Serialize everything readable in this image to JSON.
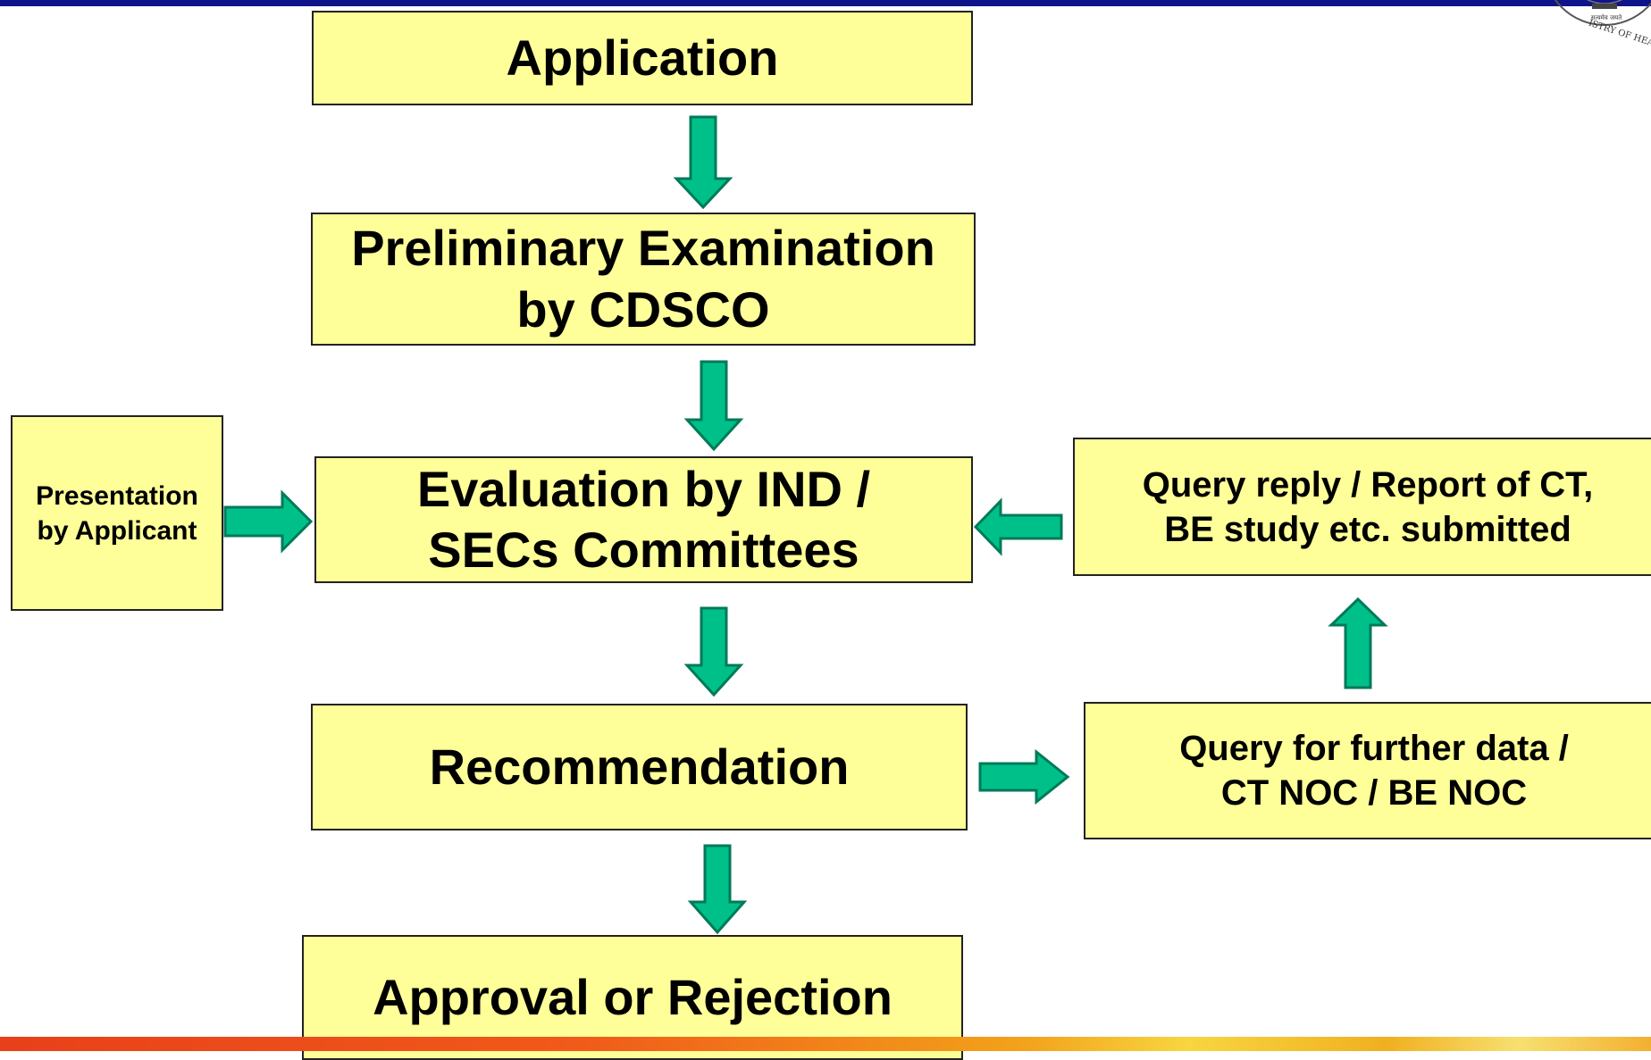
{
  "flowchart": {
    "application": "Application",
    "preliminary": "Preliminary Examination\nby CDSCO",
    "evaluation": "Evaluation by IND /\nSECs  Committees",
    "recommendation": "Recommendation",
    "approval": "Approval or Rejection",
    "presentation": "Presentation\nby Applicant",
    "query_reply": "Query reply / Report of CT,\nBE study etc. submitted",
    "query": "Query for further data /\nCT NOC / BE NOC"
  },
  "emblem": {
    "text_hindi": "सत्यमेव जयते",
    "text_ring": "ISTRY OF HEALTH, GOVERN"
  },
  "colors": {
    "box_fill": "#ffff99",
    "arrow_fill": "#00c08a",
    "arrow_stroke": "#007a58",
    "top_bar": "#10148a"
  }
}
